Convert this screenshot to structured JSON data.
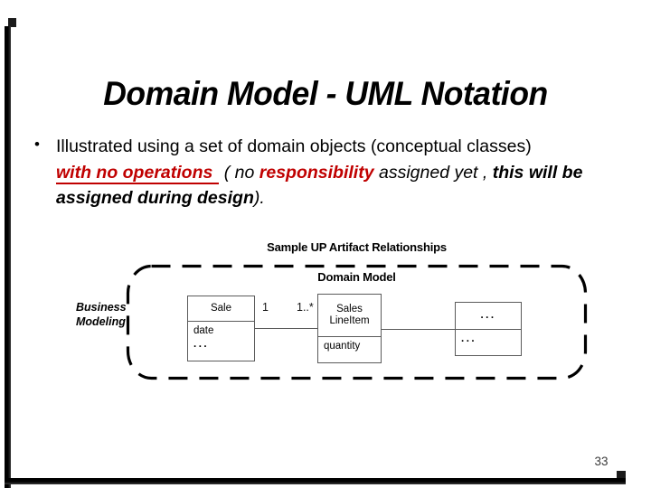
{
  "slide": {
    "title": "Domain Model - UML Notation",
    "page_number": "33"
  },
  "bullet": {
    "marker": "•",
    "line1": "Illustrated using a set of  domain objects (conceptual classes)",
    "line2": {
      "red_underlined": "with no operations",
      "mid1": " ( no ",
      "red": "responsibility",
      "mid2": " assigned yet , ",
      "bold_tail": "this will be"
    },
    "line3": {
      "bold": "assigned during design",
      "tail": ")."
    }
  },
  "diagram": {
    "caption": "Sample UP Artifact Relationships",
    "boundary_label": "Domain Model",
    "side_label": {
      "line1": "Business",
      "line2": "Modeling"
    },
    "sale_class": {
      "name": "Sale",
      "attr1": "date",
      "attr2": "..."
    },
    "lineitem_class": {
      "name_line1": "Sales",
      "name_line2": "LineItem",
      "attr1": "quantity"
    },
    "ellipsis_class": {
      "name": "...",
      "attr1": "..."
    },
    "mult_left": "1",
    "mult_right": "1..*"
  },
  "colors": {
    "accent_red": "#c00000",
    "box_border": "#5a5a5a",
    "boundary_stroke": "#000000",
    "frame_dark": "#111111",
    "page_number_text": "#3a3a3a"
  }
}
